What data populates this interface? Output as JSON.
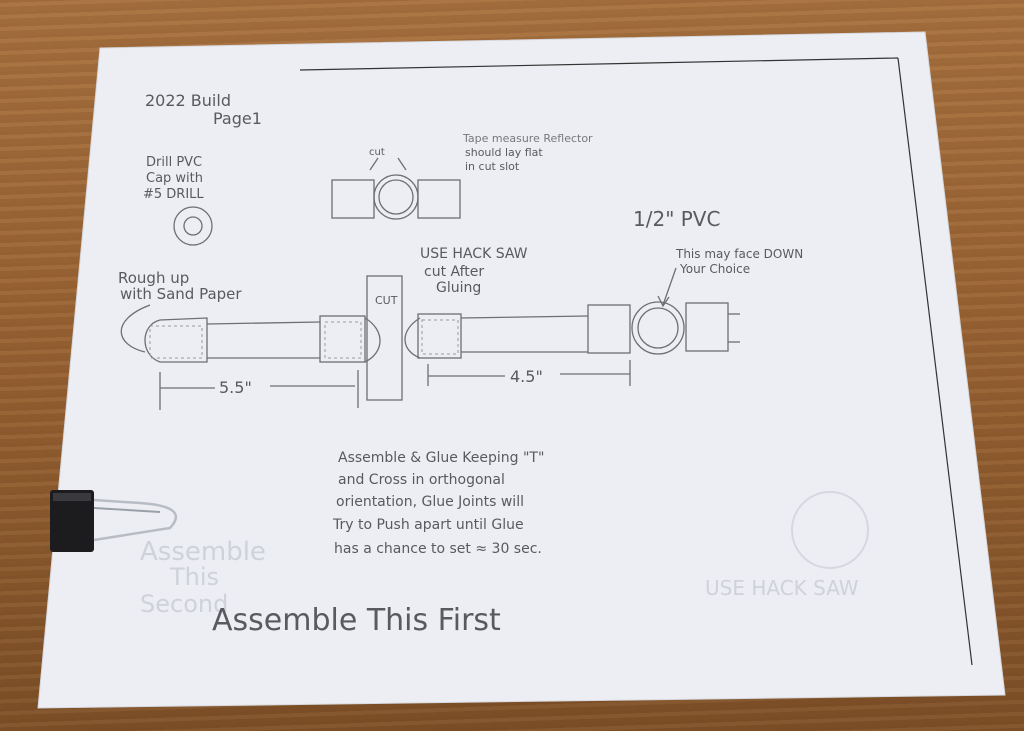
{
  "sheet": {
    "title": "2022 Build",
    "page": "Page1",
    "drill_note": [
      "Drill PVC",
      "Cap with",
      "#5 DRILL"
    ],
    "cut_label": "cut",
    "tape_note": [
      "Tape measure Reflector",
      "should lay flat",
      "in cut slot"
    ],
    "pvc_size": "1/2\" PVC",
    "face_note": [
      "This may face DOWN",
      "Your Choice"
    ],
    "hack_saw_note": [
      "USE HACK SAW",
      "cut After",
      "Gluing"
    ],
    "rough_note": [
      "Rough up",
      "with Sand Paper"
    ],
    "block_cut": "CUT",
    "dim_left": "5.5\"",
    "dim_right": "4.5\"",
    "assembly_note": [
      "Assemble & Glue Keeping \"T\"",
      "and Cross in orthogonal",
      "orientation, Glue Joints will",
      "Try to Push apart until Glue",
      "has a chance to set ≈ 30 sec."
    ],
    "footer": "Assemble This First"
  },
  "bleed_through": {
    "left": [
      "Assemble",
      "This",
      "Second"
    ],
    "right": "USE HACK SAW"
  }
}
